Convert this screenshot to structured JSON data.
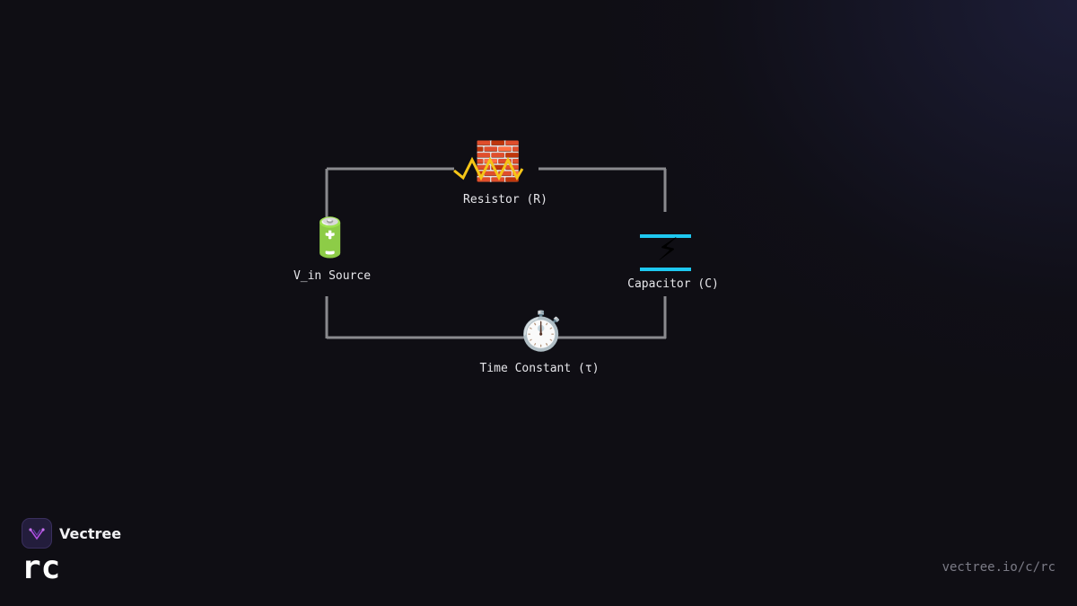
{
  "diagram": {
    "nodes": {
      "resistor": {
        "label": "Resistor (R)",
        "icon": "brick-icon"
      },
      "source": {
        "label": "V_in Source",
        "icon": "battery-icon"
      },
      "capacitor": {
        "label": "Capacitor (C)",
        "icon": "lightning-icon"
      },
      "time_constant": {
        "label": "Time Constant (τ)",
        "icon": "stopwatch-icon"
      }
    }
  },
  "brand": {
    "name": "Vectree",
    "logo_icon": "vectree-logo-icon"
  },
  "slug": "rc",
  "url": "vectree.io/c/rc",
  "colors": {
    "background": "#0f0e14",
    "wire": "#8a8a8e",
    "resistor_zigzag": "#f5c518",
    "capacitor_plates": "#1ec8f0",
    "logo_accent": "#b04fe0"
  }
}
